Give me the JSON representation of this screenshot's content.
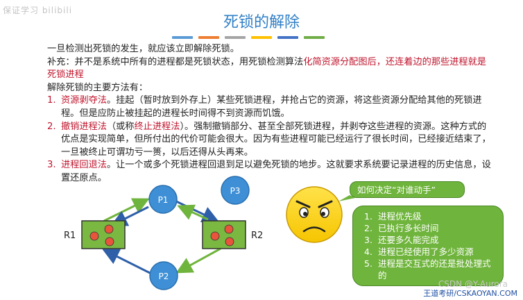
{
  "watermark": "保证学习 bilibili",
  "title": "死锁的解除",
  "intro": "一旦检测出死锁的发生，就应该立即解除死锁。",
  "supplement": {
    "normal": "补充：并不是系统中所有的进程都是死锁状态，用死锁检测算法",
    "highlight": "化简资源分配图后，还连着边的那些进程就是死锁进程"
  },
  "methods_heading": "解除死锁的主要方法有：",
  "methods": [
    {
      "num": "1.",
      "name": "资源剥夺法",
      "desc": "。挂起（暂时放到外存上）某些死锁进程，并抢占它的资源，将这些资源分配给其他的死锁进程。但是应防止被挂起的进程长时间得不到资源而饥饿。"
    },
    {
      "num": "2.",
      "name": "撤销进程法",
      "desc_a": "（或称",
      "alt_name": "终止进程法",
      "desc_b": "）。强制撤销部分、甚至全部死锁进程，并剥夺这些进程的资源。这种方式的优点是实现简单，但所付出的代价可能会很大。因为有些进程可能已经运行了很长时间，已经接近结束了，一旦被终止可谓功亏一篑，以后还得从头再来。"
    },
    {
      "num": "3.",
      "name": "进程回退法",
      "desc": "。让一个或多个死锁进程回退到足以避免死锁的地步。这就要求系统要记录进程的历史信息，设置还原点。"
    }
  ],
  "diagram": {
    "r1": "R1",
    "r2": "R2",
    "p1": "P1",
    "p2": "P2",
    "p3": "P3"
  },
  "bubble_question": "如何决定“对谁动手”",
  "criteria": [
    {
      "num": "1.",
      "text": "进程优先级"
    },
    {
      "num": "2.",
      "text": "已执行多长时间"
    },
    {
      "num": "3.",
      "text": "还要多久能完成"
    },
    {
      "num": "4.",
      "text": "进程已经使用了多少资源"
    },
    {
      "num": "5.",
      "text": "进程是交互式的还是批处理式的"
    }
  ],
  "csdn_watermark": "CSDN @Y-Aurora",
  "footer": "王道考研/CSKAOYAN.COM",
  "colors": {
    "title": "#2f7fc6",
    "highlight_red": "#c0152d",
    "process_blue": "#3e8fd6",
    "resource_green": "#7ab842",
    "assignment_edge": "#6fb43c",
    "request_edge": "#2e5fa8",
    "bubble_green": "#6fb43c"
  }
}
